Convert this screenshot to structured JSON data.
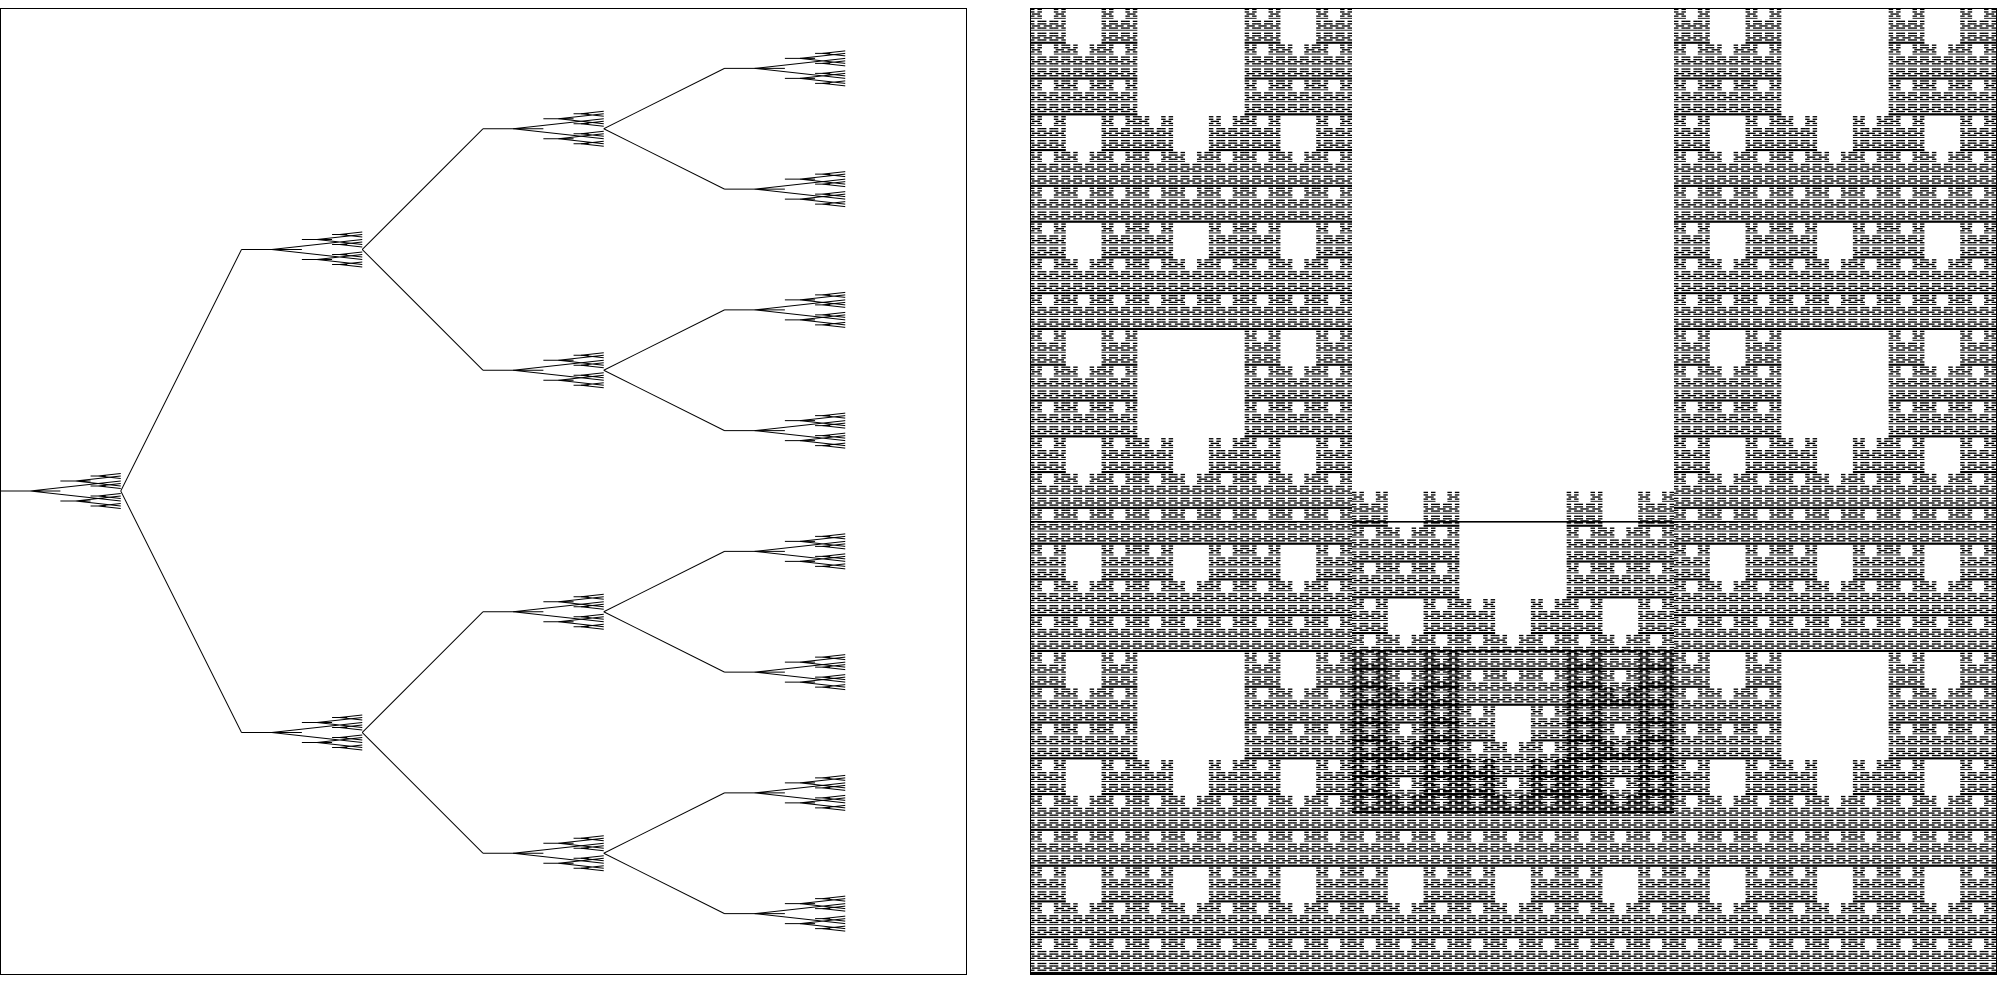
{
  "figure": {
    "panels": [
      {
        "id": "left",
        "kind": "binary-branching-tree",
        "orientation": "left-to-right",
        "depth": 4,
        "branch_factor": 2,
        "line_color": "#000000",
        "frame_color": "#000000",
        "background": "#ffffff"
      },
      {
        "id": "right",
        "kind": "self-similar-fractal",
        "motif": "branching-glyph",
        "levels": 4,
        "fill_color": "#000000",
        "frame_color": "#000000",
        "background": "#ffffff"
      }
    ]
  }
}
